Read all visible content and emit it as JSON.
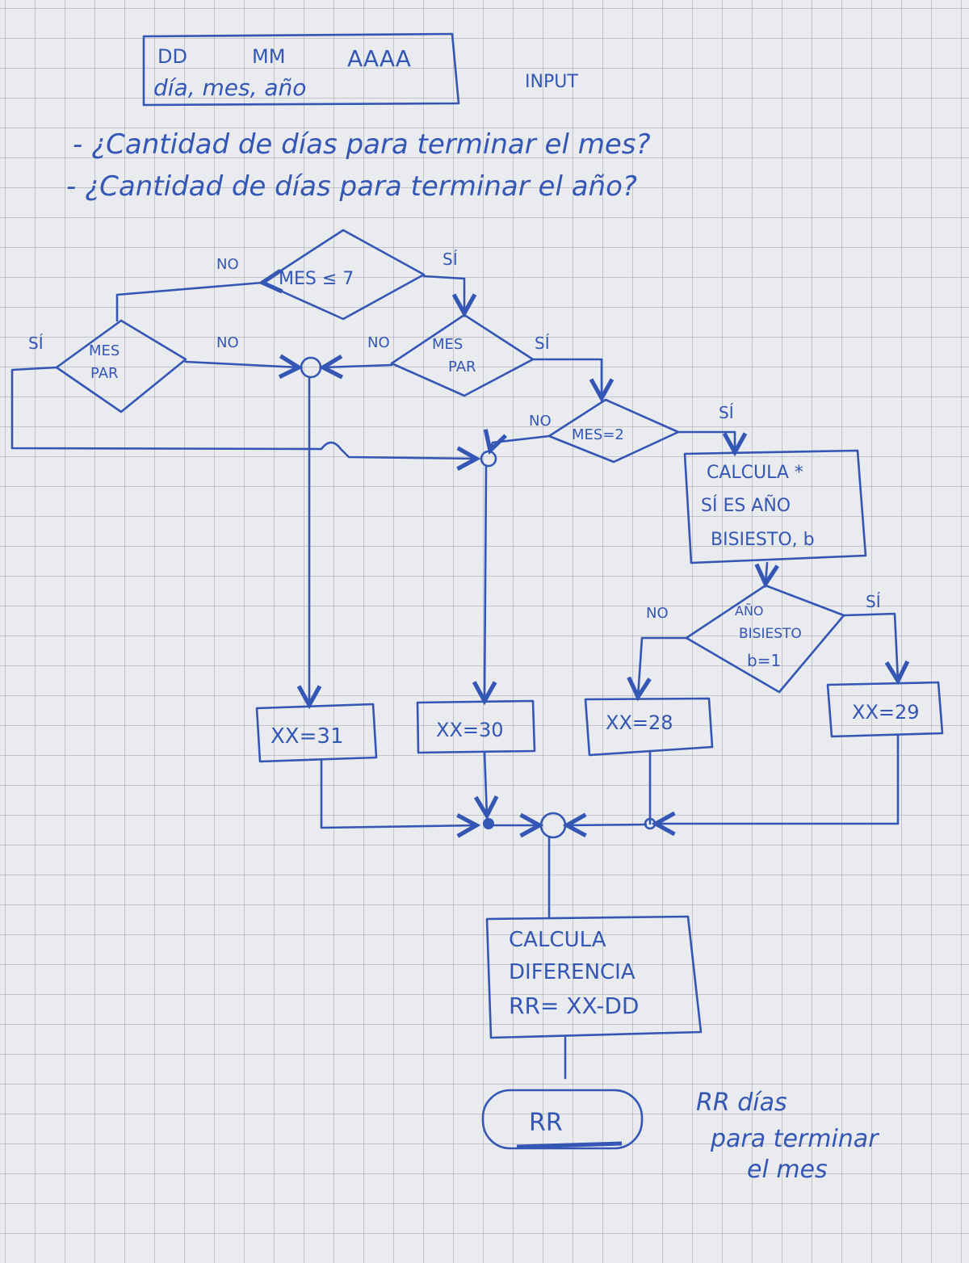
{
  "input": {
    "codes": [
      "DD",
      "MM",
      "AAAA"
    ],
    "meaning": "día, mes, año",
    "label": "INPUT"
  },
  "questions": [
    "- ¿Cantidad de días para terminar el mes?",
    "- ¿Cantidad de días para terminar el año?"
  ],
  "decisions": {
    "mes_le_7": "MES ≤ 7",
    "mes_par_left": [
      "MES",
      "PAR"
    ],
    "mes_par_right": [
      "MES",
      "PAR"
    ],
    "mes_eq_2": "MES=2",
    "anio_bisiesto": [
      "AÑO",
      "BISIESTO",
      "b=1"
    ]
  },
  "labels": {
    "yes": "SÍ",
    "no": "NO"
  },
  "processes": {
    "calcula_bisiesto": [
      "CALCULA *",
      "SÍ ES AÑO",
      "BISIESTO, b"
    ],
    "xx31": "XX=31",
    "xx30": "XX=30",
    "xx28": "XX=28",
    "xx29": "XX=29",
    "diferencia": [
      "CALCULA",
      "DIFERENCIA",
      "RR= XX-DD"
    ]
  },
  "terminal": "RR",
  "note": [
    "RR días",
    "para terminar",
    "el mes"
  ],
  "colors": {
    "ink": "#3456b5",
    "paper": "#e9ebee"
  }
}
